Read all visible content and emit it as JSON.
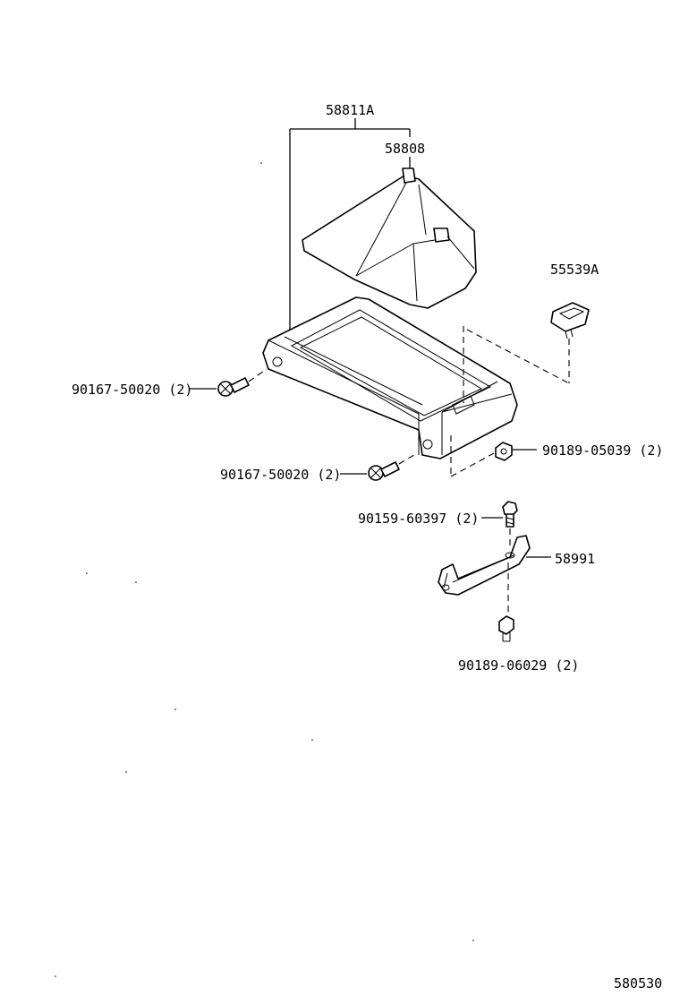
{
  "labels": {
    "assy_box": "58811A",
    "boot": "58808",
    "clip": "55539A",
    "screw_left": "90167-50020 (2)",
    "screw_bottom": "90167-50020 (2)",
    "nut_right": "90189-05039 (2)",
    "bolt_bracket": "90159-60397 (2)",
    "bracket": "58991",
    "nut_bottom": "90189-06029 (2)",
    "diagram_code": "580530"
  }
}
